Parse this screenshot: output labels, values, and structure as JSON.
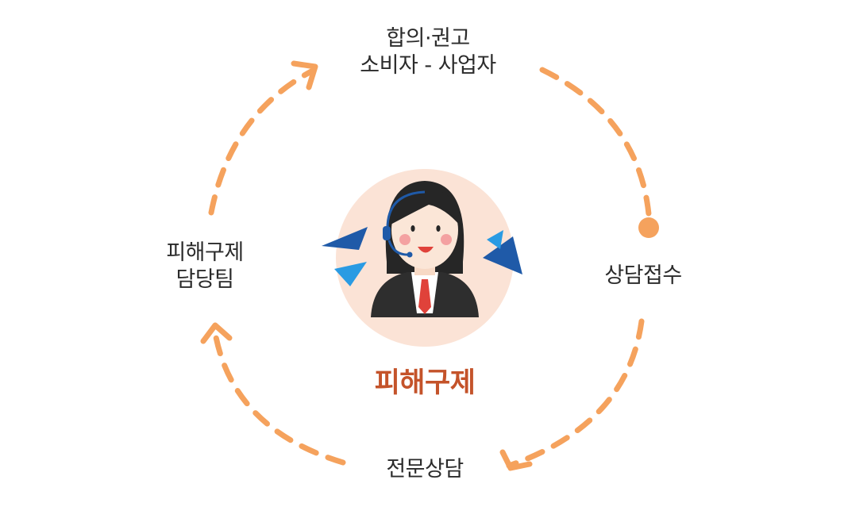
{
  "diagram": {
    "center_title": "피해구제",
    "stages": {
      "top": {
        "lines": [
          "합의·권고",
          "소비자 - 사업자"
        ]
      },
      "right": {
        "lines": [
          "상담접수"
        ]
      },
      "bottom": {
        "lines": [
          "전문상담"
        ]
      },
      "left": {
        "lines": [
          "피해구제",
          "담당팀"
        ]
      }
    },
    "icons": {
      "center": "customer-service-agent-icon",
      "arrows": "dashed-cycle-arrow-icon"
    },
    "colors": {
      "arrow": "#f5a25d",
      "center_title": "#c4532a",
      "avatar_background": "#fbe3d6",
      "accent_blue_dark": "#1f5aa8",
      "accent_blue_light": "#2a9be3",
      "tie": "#e0423a"
    }
  }
}
